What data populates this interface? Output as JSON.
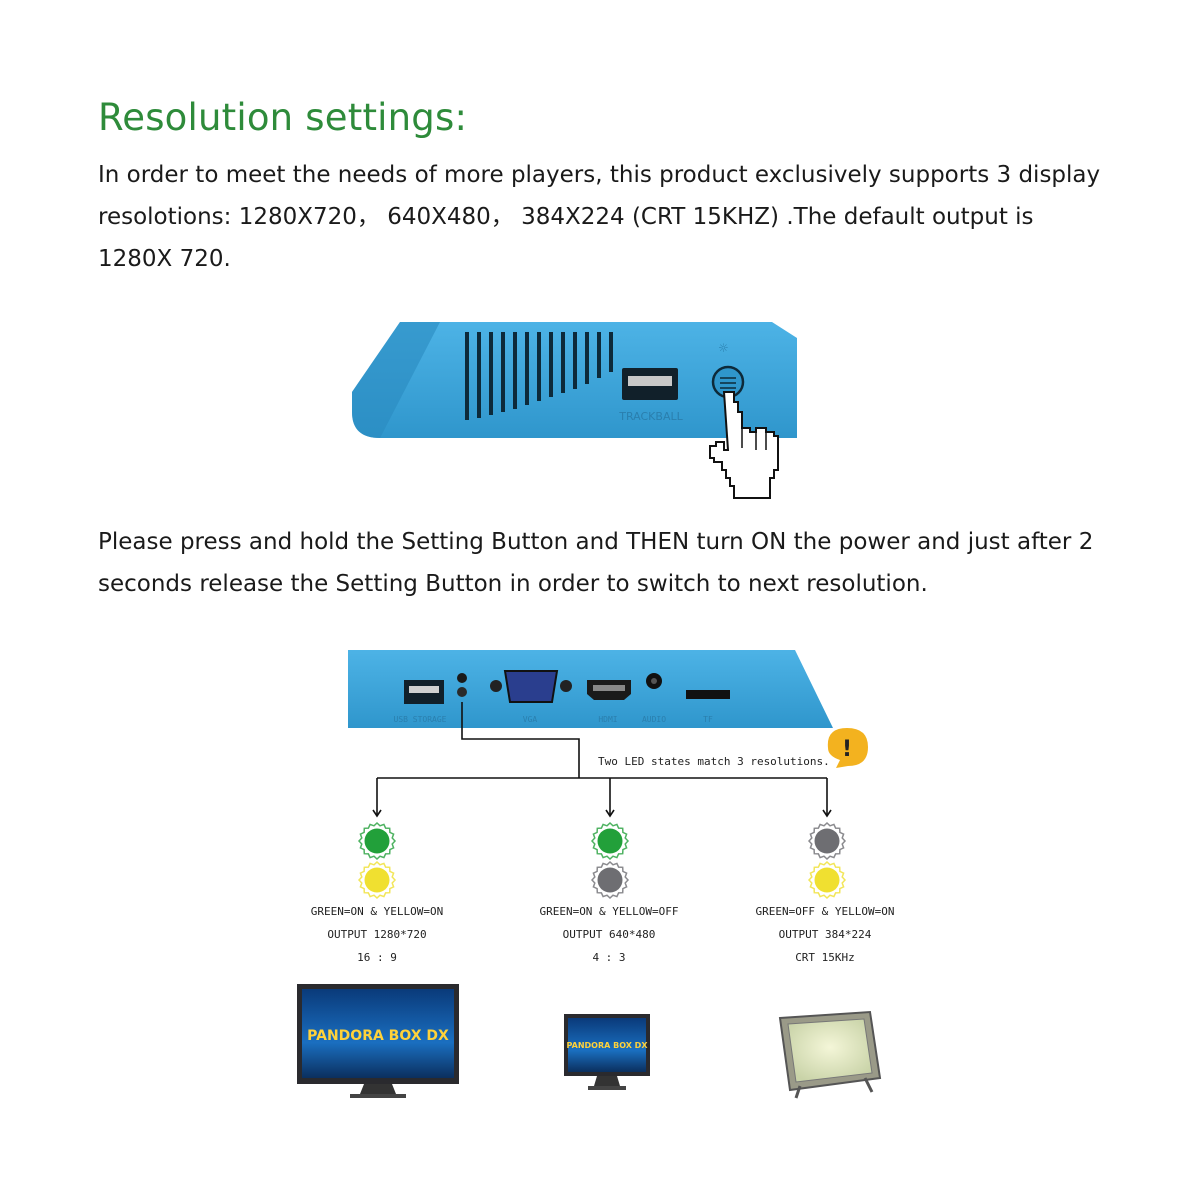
{
  "heading": "Resolution settings:",
  "intro": "In order to meet the needs of more players, this product exclusively supports 3 display resolotions: 1280X720， 640X480， 384X224 (CRT 15KHZ) .The default output is 1280X 720.",
  "instruction": "Please press and hold the Setting Button and THEN turn ON the power and just after 2 seconds release the Setting Button in order to switch to next resolution.",
  "top_device": {
    "port_label": "TRACKBALL",
    "body_color": "#3ba3d6"
  },
  "bottom_device": {
    "port_labels": [
      "USB STORAGE",
      "VGA",
      "HDMI",
      "AUDIO",
      "TF"
    ]
  },
  "callout": "Two LED states match 3 resolutions.",
  "colors": {
    "green_led": "#22a03a",
    "yellow_led": "#f0e030",
    "off_led": "#6e6e72",
    "heading_green": "#2e8b3a"
  },
  "modes": [
    {
      "state": "GREEN=ON & YELLOW=ON",
      "output": "OUTPUT 1280*720",
      "ratio": "16 : 9",
      "green": "on",
      "yellow": "on",
      "screen_text": "PANDORA BOX DX"
    },
    {
      "state": "GREEN=ON & YELLOW=OFF",
      "output": "OUTPUT 640*480",
      "ratio": "4 : 3",
      "green": "on",
      "yellow": "off",
      "screen_text": "PANDORA BOX DX"
    },
    {
      "state": "GREEN=OFF & YELLOW=ON",
      "output": "OUTPUT 384*224",
      "ratio": "CRT 15KHz",
      "green": "off",
      "yellow": "on"
    }
  ]
}
